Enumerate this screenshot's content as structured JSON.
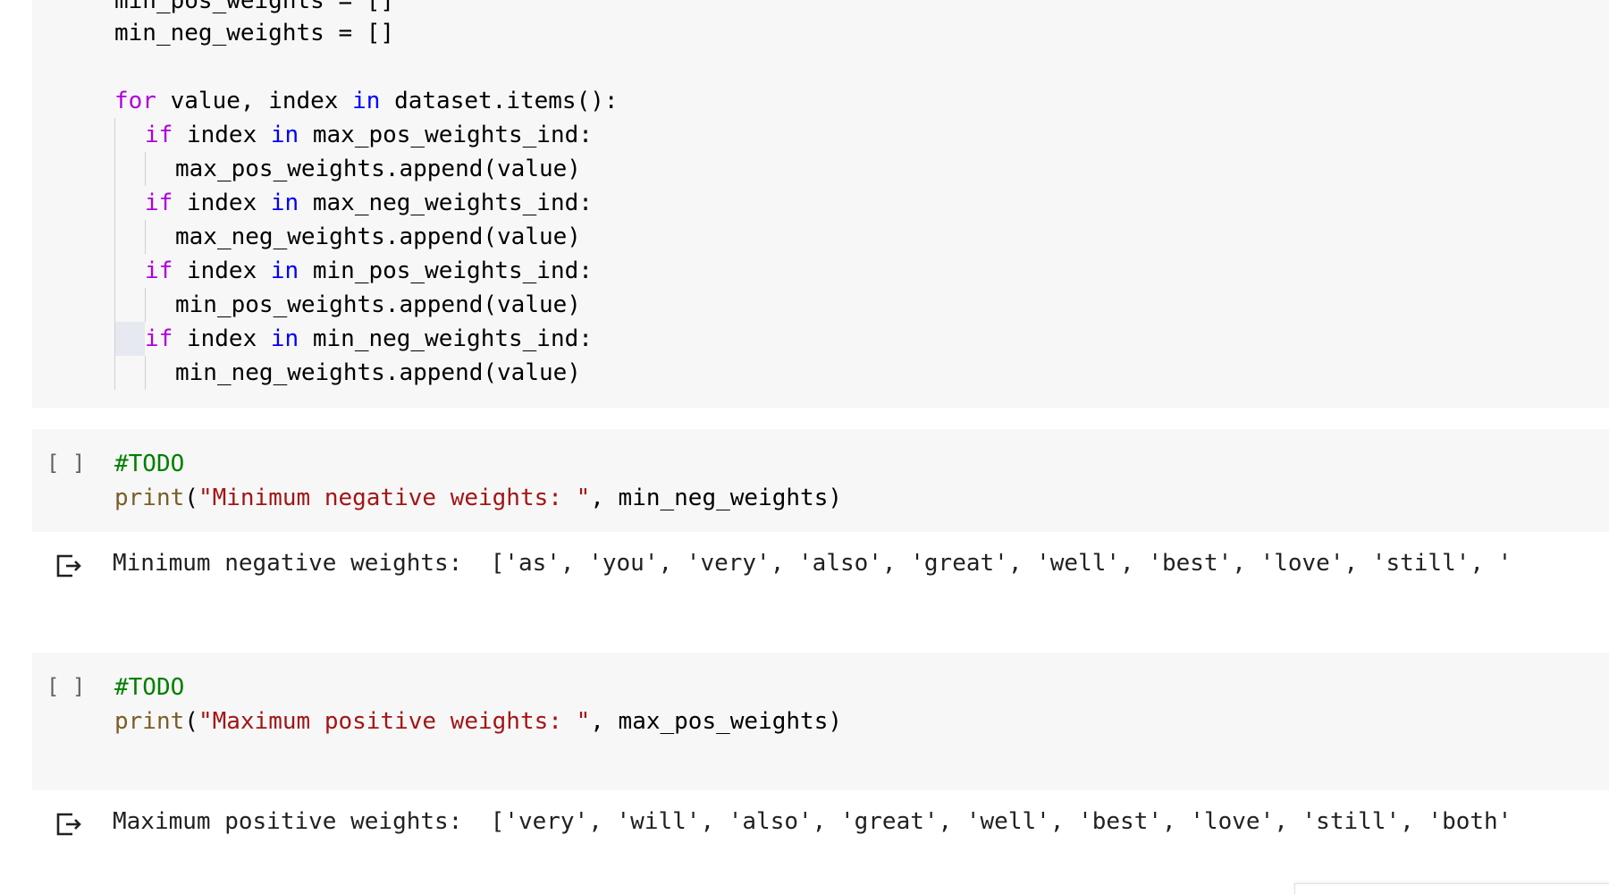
{
  "cell1": {
    "lines": [
      "min_pos_weights = []",
      "min_neg_weights = []",
      "",
      "for value, index in dataset.items():",
      "if index in max_pos_weights_ind:",
      "max_pos_weights.append(value)",
      "if index in max_neg_weights_ind:",
      "max_neg_weights.append(value)",
      "if index in min_pos_weights_ind:",
      "min_pos_weights.append(value)",
      "if index in min_neg_weights_ind:",
      "min_neg_weights.append(value)"
    ],
    "tokens": {
      "kw_for": "for",
      "kw_in": "in",
      "kw_if": "if",
      "for_head": " value, index ",
      "for_tail": " dataset.items():",
      "if_index": " index ",
      "cond1": " max_pos_weights_ind:",
      "cond2": " max_neg_weights_ind:",
      "cond3": " min_pos_weights_ind:",
      "cond4": " min_neg_weights_ind:"
    }
  },
  "cell2": {
    "run_bracket": "[ ]",
    "comment": "#TODO",
    "fn": "print",
    "open_paren": "(",
    "string": "\"Minimum negative weights: \"",
    "rest": ", min_neg_weights)",
    "output": "Minimum negative weights:  ['as', 'you', 'very', 'also', 'great', 'well', 'best', 'love', 'still', '"
  },
  "cell3": {
    "run_bracket": "[ ]",
    "comment": "#TODO",
    "fn": "print",
    "open_paren": "(",
    "string": "\"Maximum positive weights: \"",
    "rest": ", max_pos_weights)",
    "output": "Maximum positive weights:  ['very', 'will', 'also', 'great', 'well', 'best', 'love', 'still', 'both'"
  },
  "colors": {
    "keyword_control": "#af00db",
    "keyword_in": "#0000ff",
    "function": "#795e26",
    "string": "#a31515",
    "comment": "#008000",
    "cell_bg": "#f7f7f7"
  },
  "icons": {
    "output": "output-arrow-icon"
  }
}
